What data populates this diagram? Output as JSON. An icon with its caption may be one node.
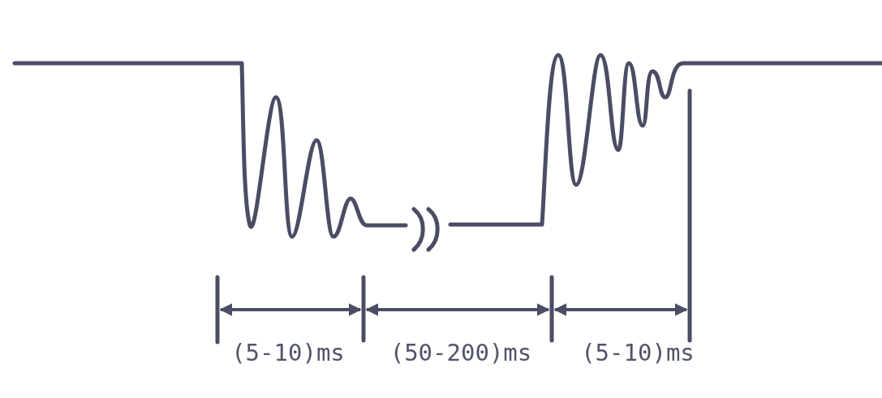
{
  "diagram": {
    "labels": [
      "(5-10)ms",
      "(50-200)ms",
      "(5-10)ms"
    ]
  }
}
